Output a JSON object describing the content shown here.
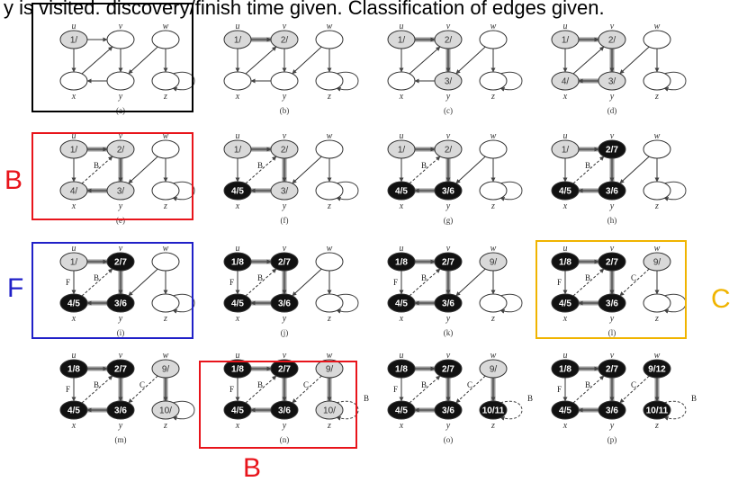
{
  "header_text": "y is visited.   discovery/finish time given.   Classification of edges given.",
  "vertex_names": [
    "u",
    "v",
    "w",
    "x",
    "y",
    "z"
  ],
  "edges": [
    {
      "from": "u",
      "to": "v"
    },
    {
      "from": "u",
      "to": "x"
    },
    {
      "from": "x",
      "to": "v"
    },
    {
      "from": "v",
      "to": "y"
    },
    {
      "from": "y",
      "to": "x"
    },
    {
      "from": "w",
      "to": "y"
    },
    {
      "from": "w",
      "to": "z"
    },
    {
      "from": "z",
      "to": "z"
    }
  ],
  "steps": [
    {
      "caption": "(a)",
      "vertices": {
        "u": {
          "label": "1/",
          "state": "gray"
        },
        "v": {
          "label": "",
          "state": "white"
        },
        "w": {
          "label": "",
          "state": "white"
        },
        "x": {
          "label": "",
          "state": "white"
        },
        "y": {
          "label": "",
          "state": "white"
        },
        "z": {
          "label": "",
          "state": "white"
        }
      },
      "tree_edges": [],
      "edge_labels": {}
    },
    {
      "caption": "(b)",
      "vertices": {
        "u": {
          "label": "1/",
          "state": "gray"
        },
        "v": {
          "label": "2/",
          "state": "gray"
        },
        "w": {
          "label": "",
          "state": "white"
        },
        "x": {
          "label": "",
          "state": "white"
        },
        "y": {
          "label": "",
          "state": "white"
        },
        "z": {
          "label": "",
          "state": "white"
        }
      },
      "tree_edges": [
        "u-v"
      ],
      "edge_labels": {}
    },
    {
      "caption": "(c)",
      "vertices": {
        "u": {
          "label": "1/",
          "state": "gray"
        },
        "v": {
          "label": "2/",
          "state": "gray"
        },
        "w": {
          "label": "",
          "state": "white"
        },
        "x": {
          "label": "",
          "state": "white"
        },
        "y": {
          "label": "3/",
          "state": "gray"
        },
        "z": {
          "label": "",
          "state": "white"
        }
      },
      "tree_edges": [
        "u-v",
        "v-y"
      ],
      "edge_labels": {}
    },
    {
      "caption": "(d)",
      "vertices": {
        "u": {
          "label": "1/",
          "state": "gray"
        },
        "v": {
          "label": "2/",
          "state": "gray"
        },
        "w": {
          "label": "",
          "state": "white"
        },
        "x": {
          "label": "4/",
          "state": "gray"
        },
        "y": {
          "label": "3/",
          "state": "gray"
        },
        "z": {
          "label": "",
          "state": "white"
        }
      },
      "tree_edges": [
        "u-v",
        "v-y",
        "y-x"
      ],
      "edge_labels": {}
    },
    {
      "caption": "(e)",
      "vertices": {
        "u": {
          "label": "1/",
          "state": "gray"
        },
        "v": {
          "label": "2/",
          "state": "gray"
        },
        "w": {
          "label": "",
          "state": "white"
        },
        "x": {
          "label": "4/",
          "state": "gray"
        },
        "y": {
          "label": "3/",
          "state": "gray"
        },
        "z": {
          "label": "",
          "state": "white"
        }
      },
      "tree_edges": [
        "u-v",
        "v-y",
        "y-x"
      ],
      "edge_labels": {
        "x-v": "B"
      }
    },
    {
      "caption": "(f)",
      "vertices": {
        "u": {
          "label": "1/",
          "state": "gray"
        },
        "v": {
          "label": "2/",
          "state": "gray"
        },
        "w": {
          "label": "",
          "state": "white"
        },
        "x": {
          "label": "4/5",
          "state": "black"
        },
        "y": {
          "label": "3/",
          "state": "gray"
        },
        "z": {
          "label": "",
          "state": "white"
        }
      },
      "tree_edges": [
        "u-v",
        "v-y",
        "y-x"
      ],
      "edge_labels": {
        "x-v": "B"
      }
    },
    {
      "caption": "(g)",
      "vertices": {
        "u": {
          "label": "1/",
          "state": "gray"
        },
        "v": {
          "label": "2/",
          "state": "gray"
        },
        "w": {
          "label": "",
          "state": "white"
        },
        "x": {
          "label": "4/5",
          "state": "black"
        },
        "y": {
          "label": "3/6",
          "state": "black"
        },
        "z": {
          "label": "",
          "state": "white"
        }
      },
      "tree_edges": [
        "u-v",
        "v-y",
        "y-x"
      ],
      "edge_labels": {
        "x-v": "B"
      }
    },
    {
      "caption": "(h)",
      "vertices": {
        "u": {
          "label": "1/",
          "state": "gray"
        },
        "v": {
          "label": "2/7",
          "state": "black"
        },
        "w": {
          "label": "",
          "state": "white"
        },
        "x": {
          "label": "4/5",
          "state": "black"
        },
        "y": {
          "label": "3/6",
          "state": "black"
        },
        "z": {
          "label": "",
          "state": "white"
        }
      },
      "tree_edges": [
        "u-v",
        "v-y",
        "y-x"
      ],
      "edge_labels": {
        "x-v": "B"
      }
    },
    {
      "caption": "(i)",
      "vertices": {
        "u": {
          "label": "1/",
          "state": "gray"
        },
        "v": {
          "label": "2/7",
          "state": "black"
        },
        "w": {
          "label": "",
          "state": "white"
        },
        "x": {
          "label": "4/5",
          "state": "black"
        },
        "y": {
          "label": "3/6",
          "state": "black"
        },
        "z": {
          "label": "",
          "state": "white"
        }
      },
      "tree_edges": [
        "u-v",
        "v-y",
        "y-x"
      ],
      "edge_labels": {
        "x-v": "B",
        "u-x": "F"
      }
    },
    {
      "caption": "(j)",
      "vertices": {
        "u": {
          "label": "1/8",
          "state": "black"
        },
        "v": {
          "label": "2/7",
          "state": "black"
        },
        "w": {
          "label": "",
          "state": "white"
        },
        "x": {
          "label": "4/5",
          "state": "black"
        },
        "y": {
          "label": "3/6",
          "state": "black"
        },
        "z": {
          "label": "",
          "state": "white"
        }
      },
      "tree_edges": [
        "u-v",
        "v-y",
        "y-x"
      ],
      "edge_labels": {
        "x-v": "B",
        "u-x": "F"
      }
    },
    {
      "caption": "(k)",
      "vertices": {
        "u": {
          "label": "1/8",
          "state": "black"
        },
        "v": {
          "label": "2/7",
          "state": "black"
        },
        "w": {
          "label": "9/",
          "state": "gray"
        },
        "x": {
          "label": "4/5",
          "state": "black"
        },
        "y": {
          "label": "3/6",
          "state": "black"
        },
        "z": {
          "label": "",
          "state": "white"
        }
      },
      "tree_edges": [
        "u-v",
        "v-y",
        "y-x"
      ],
      "edge_labels": {
        "x-v": "B",
        "u-x": "F"
      }
    },
    {
      "caption": "(l)",
      "vertices": {
        "u": {
          "label": "1/8",
          "state": "black"
        },
        "v": {
          "label": "2/7",
          "state": "black"
        },
        "w": {
          "label": "9/",
          "state": "gray"
        },
        "x": {
          "label": "4/5",
          "state": "black"
        },
        "y": {
          "label": "3/6",
          "state": "black"
        },
        "z": {
          "label": "",
          "state": "white"
        }
      },
      "tree_edges": [
        "u-v",
        "v-y",
        "y-x"
      ],
      "edge_labels": {
        "x-v": "B",
        "u-x": "F",
        "w-y": "C"
      }
    },
    {
      "caption": "(m)",
      "vertices": {
        "u": {
          "label": "1/8",
          "state": "black"
        },
        "v": {
          "label": "2/7",
          "state": "black"
        },
        "w": {
          "label": "9/",
          "state": "gray"
        },
        "x": {
          "label": "4/5",
          "state": "black"
        },
        "y": {
          "label": "3/6",
          "state": "black"
        },
        "z": {
          "label": "10/",
          "state": "gray"
        }
      },
      "tree_edges": [
        "u-v",
        "v-y",
        "y-x",
        "w-z"
      ],
      "edge_labels": {
        "x-v": "B",
        "u-x": "F",
        "w-y": "C"
      }
    },
    {
      "caption": "(n)",
      "vertices": {
        "u": {
          "label": "1/8",
          "state": "black"
        },
        "v": {
          "label": "2/7",
          "state": "black"
        },
        "w": {
          "label": "9/",
          "state": "gray"
        },
        "x": {
          "label": "4/5",
          "state": "black"
        },
        "y": {
          "label": "3/6",
          "state": "black"
        },
        "z": {
          "label": "10/",
          "state": "gray"
        }
      },
      "tree_edges": [
        "u-v",
        "v-y",
        "y-x",
        "w-z"
      ],
      "edge_labels": {
        "x-v": "B",
        "u-x": "F",
        "w-y": "C",
        "z-z": "B"
      }
    },
    {
      "caption": "(o)",
      "vertices": {
        "u": {
          "label": "1/8",
          "state": "black"
        },
        "v": {
          "label": "2/7",
          "state": "black"
        },
        "w": {
          "label": "9/",
          "state": "gray"
        },
        "x": {
          "label": "4/5",
          "state": "black"
        },
        "y": {
          "label": "3/6",
          "state": "black"
        },
        "z": {
          "label": "10/11",
          "state": "black"
        }
      },
      "tree_edges": [
        "u-v",
        "v-y",
        "y-x",
        "w-z"
      ],
      "edge_labels": {
        "x-v": "B",
        "u-x": "F",
        "w-y": "C",
        "z-z": "B"
      }
    },
    {
      "caption": "(p)",
      "vertices": {
        "u": {
          "label": "1/8",
          "state": "black"
        },
        "v": {
          "label": "2/7",
          "state": "black"
        },
        "w": {
          "label": "9/12",
          "state": "black"
        },
        "x": {
          "label": "4/5",
          "state": "black"
        },
        "y": {
          "label": "3/6",
          "state": "black"
        },
        "z": {
          "label": "10/11",
          "state": "black"
        }
      },
      "tree_edges": [
        "u-v",
        "v-y",
        "y-x",
        "w-z"
      ],
      "edge_labels": {
        "x-v": "B",
        "u-x": "F",
        "w-y": "C",
        "z-z": "B"
      }
    }
  ],
  "highlights": [
    {
      "step": 0,
      "label": "",
      "color": "#000000"
    },
    {
      "step": 4,
      "label": "B",
      "color": "#e8141b"
    },
    {
      "step": 8,
      "label": "F",
      "color": "#2020c8"
    },
    {
      "step": 11,
      "label": "C",
      "color": "#f0b400"
    },
    {
      "step": 13,
      "label": "B",
      "color": "#e8141b"
    }
  ],
  "colors": {
    "gray_fill": "#d9d9d9",
    "black_fill": "#111111",
    "tree_edge": "#9a9a9a",
    "stroke": "#555555"
  }
}
